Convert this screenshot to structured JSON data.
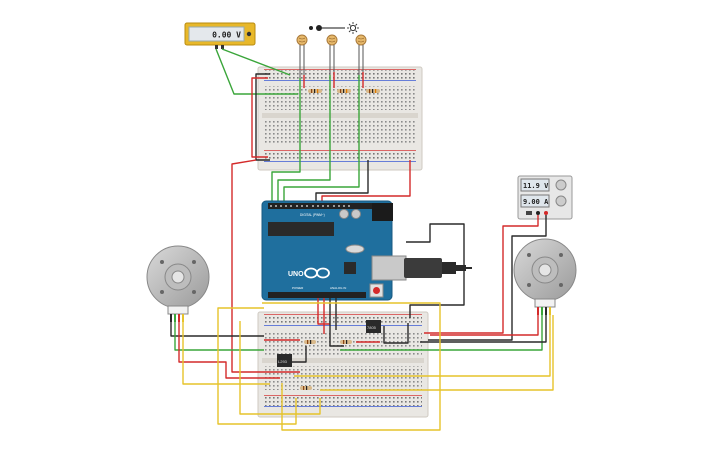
{
  "voltmeter": {
    "reading": "0.00 V"
  },
  "power_supply": {
    "voltage": "11.9 V",
    "current": "9.00 A"
  },
  "arduino": {
    "model": "UNO",
    "digital_label": "DIGITAL (PWM~)",
    "power_label": "POWER",
    "analog_label": "ANALOG IN"
  },
  "ics": {
    "ic_top_right": "7805",
    "ic_lower_left": "L293"
  },
  "colors": {
    "wire_red": "#d42a2a",
    "wire_black": "#2a2a2a",
    "wire_green": "#3aa53a",
    "wire_yellow": "#e6c32a",
    "arduino_blue": "#1f6f9e",
    "breadboard": "#e8e6e2"
  },
  "icons": [
    "light-sensor-slider-icon",
    "sun-icon",
    "arduino-infinity-logo",
    "usb-connector-icon"
  ]
}
